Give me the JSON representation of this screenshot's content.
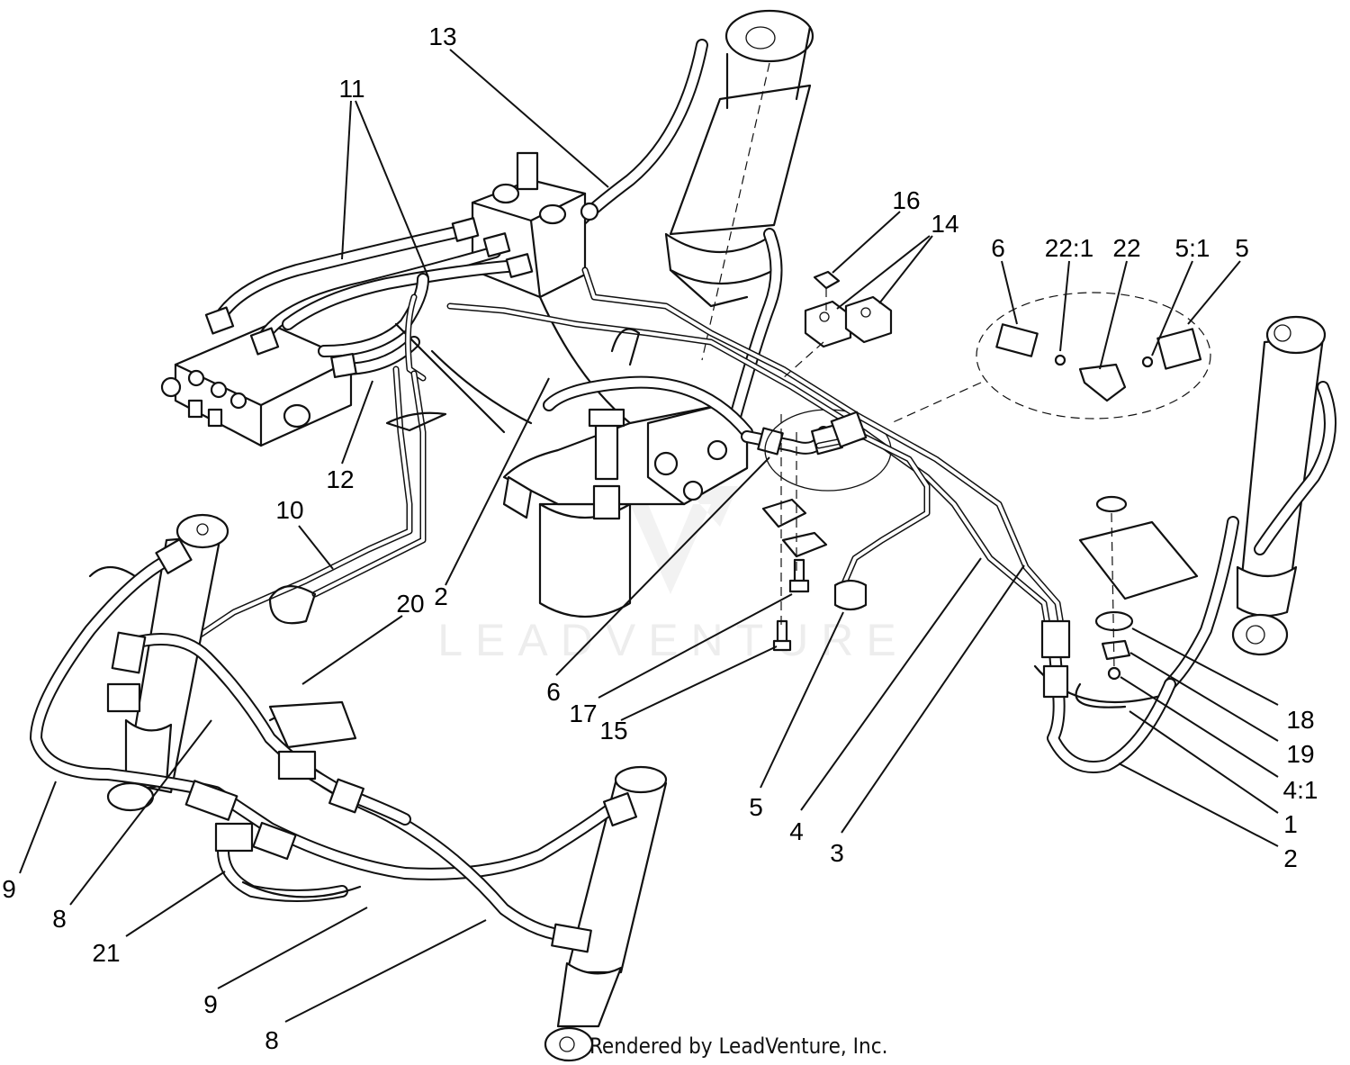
{
  "watermark": {
    "logo": "LV",
    "text": "LEADVENTURE"
  },
  "credit": "Rendered by LeadVenture, Inc.",
  "callouts": [
    {
      "id": "c13",
      "text": "13"
    },
    {
      "id": "c11",
      "text": "11"
    },
    {
      "id": "c12",
      "text": "12"
    },
    {
      "id": "c16",
      "text": "16"
    },
    {
      "id": "c14",
      "text": "14"
    },
    {
      "id": "c6a",
      "text": "6"
    },
    {
      "id": "c22_1",
      "text": "22:1"
    },
    {
      "id": "c22",
      "text": "22"
    },
    {
      "id": "c5_1",
      "text": "5:1"
    },
    {
      "id": "c5a",
      "text": "5"
    },
    {
      "id": "c10",
      "text": "10"
    },
    {
      "id": "c20",
      "text": "20"
    },
    {
      "id": "c2a",
      "text": "2"
    },
    {
      "id": "c6b",
      "text": "6"
    },
    {
      "id": "c17",
      "text": "17"
    },
    {
      "id": "c15",
      "text": "15"
    },
    {
      "id": "c5b",
      "text": "5"
    },
    {
      "id": "c4",
      "text": "4"
    },
    {
      "id": "c3",
      "text": "3"
    },
    {
      "id": "c18",
      "text": "18"
    },
    {
      "id": "c19",
      "text": "19"
    },
    {
      "id": "c4_1",
      "text": "4:1"
    },
    {
      "id": "c1",
      "text": "1"
    },
    {
      "id": "c2b",
      "text": "2"
    },
    {
      "id": "c9a",
      "text": "9"
    },
    {
      "id": "c8a",
      "text": "8"
    },
    {
      "id": "c21",
      "text": "21"
    },
    {
      "id": "c9b",
      "text": "9"
    },
    {
      "id": "c8b",
      "text": "8"
    }
  ]
}
